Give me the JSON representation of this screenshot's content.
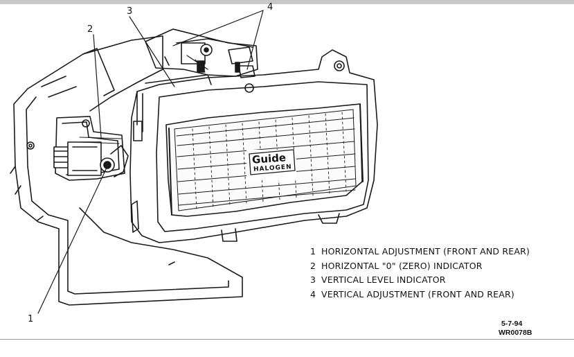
{
  "callouts": {
    "c1": "1",
    "c2": "2",
    "c3": "3",
    "c4": "4"
  },
  "lamp_badge": {
    "brand": "Guide",
    "type": "HALOGEN"
  },
  "legend": [
    {
      "num": "1",
      "text": "HORIZONTAL ADJUSTMENT (FRONT AND REAR)"
    },
    {
      "num": "2",
      "text": "HORIZONTAL \"0\" (ZERO) INDICATOR"
    },
    {
      "num": "3",
      "text": "VERTICAL LEVEL INDICATOR"
    },
    {
      "num": "4",
      "text": "VERTICAL ADJUSTMENT (FRONT AND REAR)"
    }
  ],
  "footer": {
    "date": "5-7-94",
    "code": "WR0078B"
  }
}
